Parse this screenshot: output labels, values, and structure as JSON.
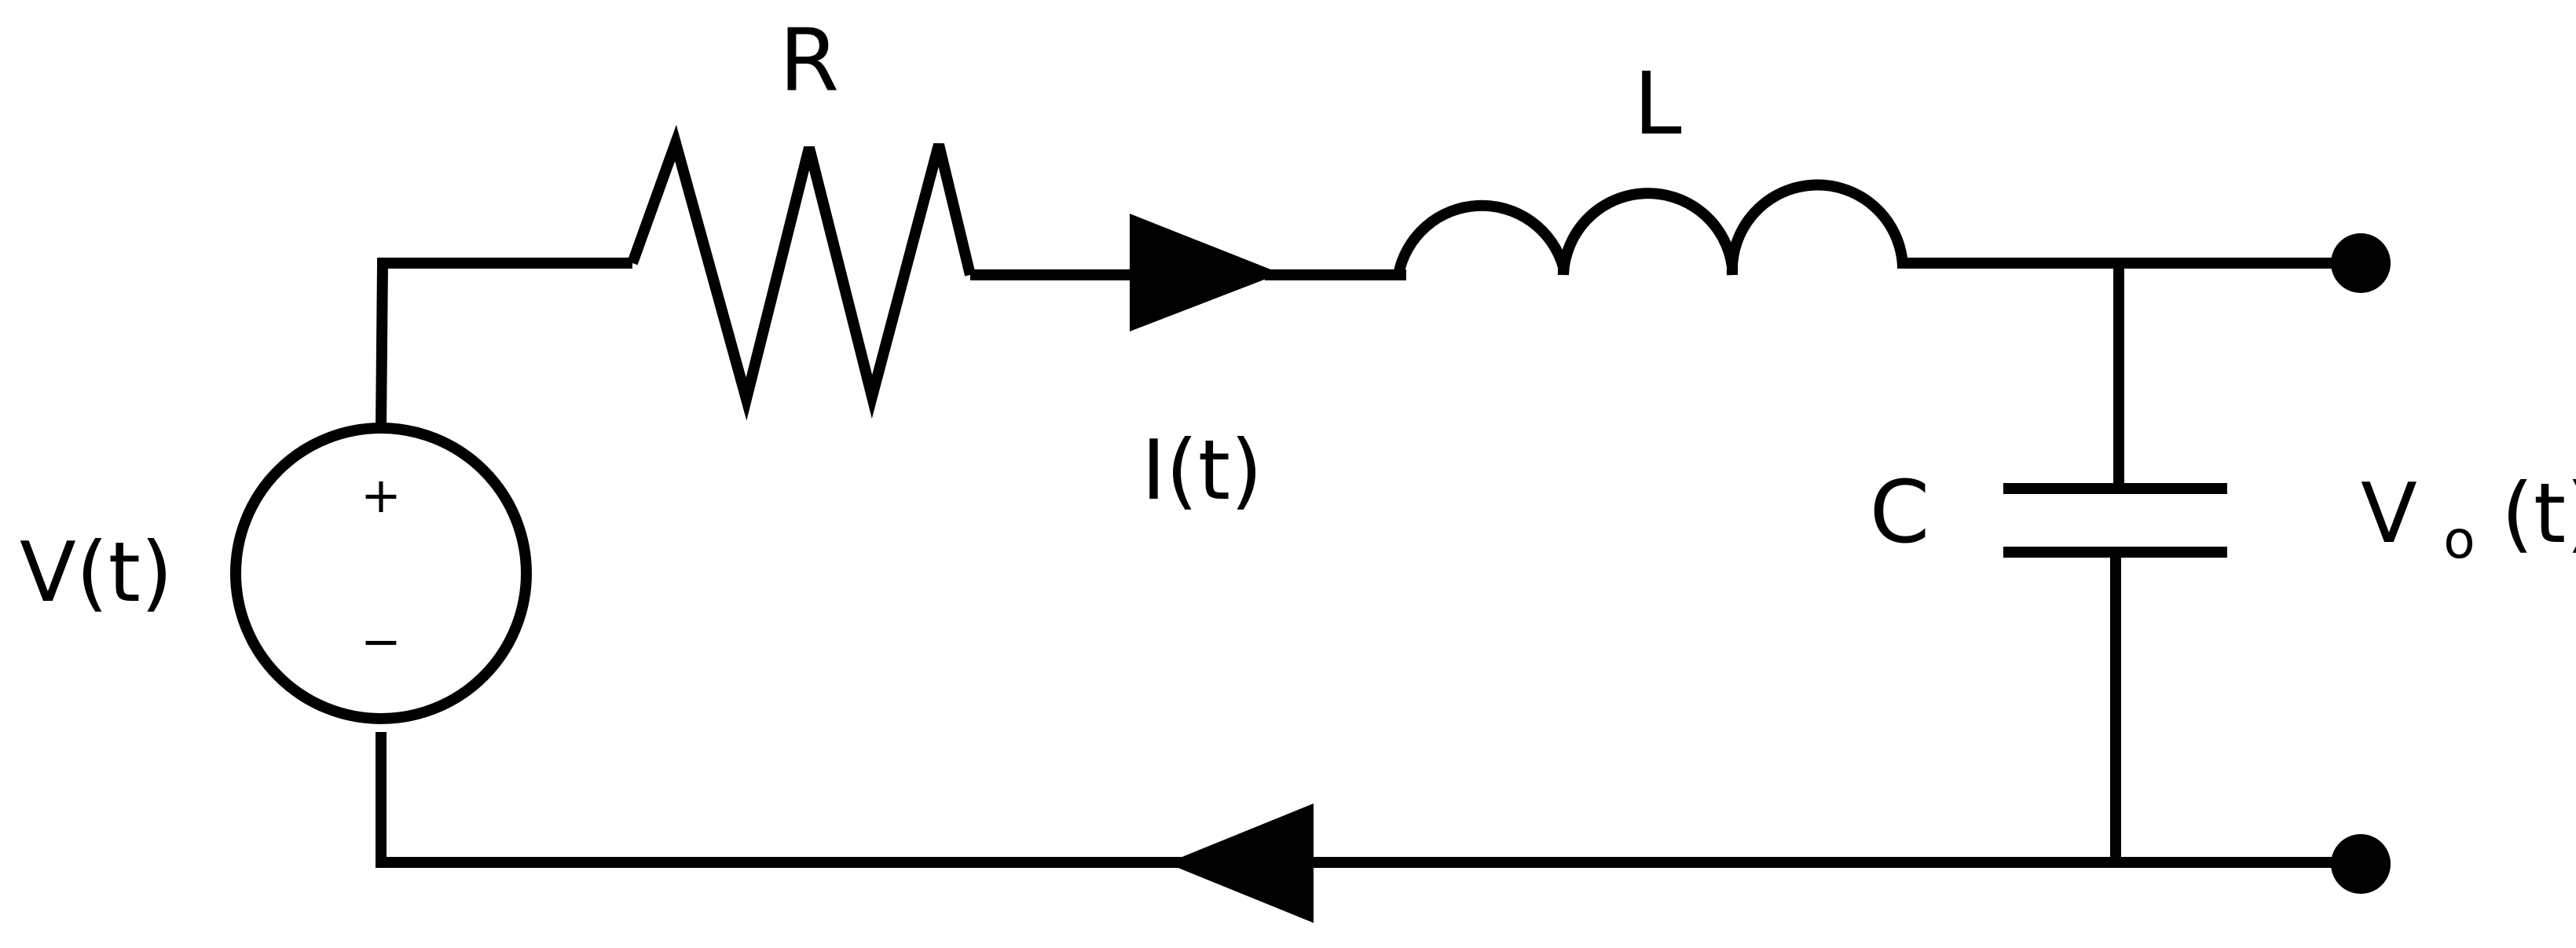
{
  "labels": {
    "resistor": "R",
    "inductor": "L",
    "capacitor": "C",
    "current": "I(t)",
    "source_voltage": "V(t)",
    "output_voltage_main": "V",
    "output_voltage_subscript": "o",
    "output_voltage_suffix": "(t)",
    "source_plus": "+",
    "source_minus": "−"
  },
  "icons": {
    "source": "voltage-source-icon",
    "resistor": "resistor-icon",
    "inductor": "inductor-icon",
    "capacitor": "capacitor-icon",
    "terminal": "terminal-icon",
    "arrow": "current-arrow-icon"
  },
  "colors": {
    "stroke": "#000000",
    "background": "#ffffff"
  }
}
